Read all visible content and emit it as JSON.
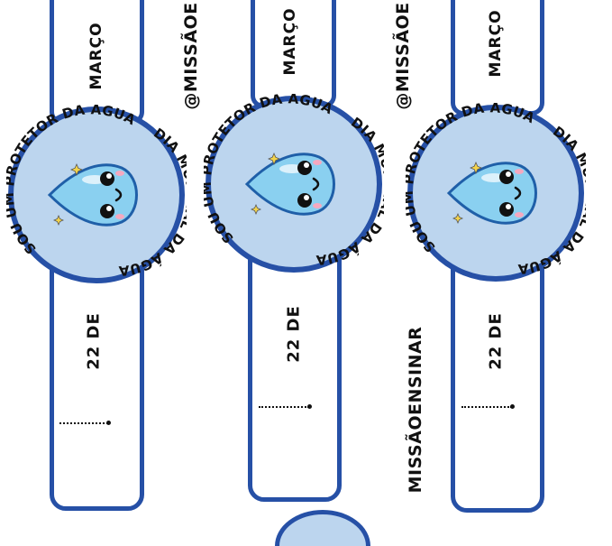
{
  "colors": {
    "strap_border": "#2650a6",
    "badge_fill": "#bcd5ee",
    "drop_fill": "#8ad0f0",
    "drop_dark": "#1f5fa8",
    "cheek": "#f5a9c0",
    "sparkle": "#f3d34a"
  },
  "bracelets": [
    {
      "month": "MARÇO",
      "day": "22 DE",
      "badge": {
        "top_arc": "SOU UM PROTETOR DA ÁGUA",
        "bottom_arc": "DIA MUNDIAL DA ÁGUA",
        "mascot_icon": "water-drop-mascot-icon"
      }
    },
    {
      "month": "MARÇO",
      "day": "22 DE",
      "badge": {
        "top_arc": "SOU UM PROTETOR DA ÁGUA",
        "bottom_arc": "DIA MUNDIAL DA ÁGUA",
        "mascot_icon": "water-drop-mascot-icon"
      }
    },
    {
      "month": "MARÇO",
      "day": "22 DE",
      "badge": {
        "top_arc": "SOU UM PROTETOR DA ÁGUA",
        "bottom_arc": "DIA MUNDIAL DA ÁGUA",
        "mascot_icon": "water-drop-mascot-icon"
      }
    }
  ],
  "watermarks": {
    "handle_top_1": "@MISSÃOE",
    "handle_top_2": "@MISSÃOE",
    "handle_bottom": "MISSÃOENSINAR"
  }
}
